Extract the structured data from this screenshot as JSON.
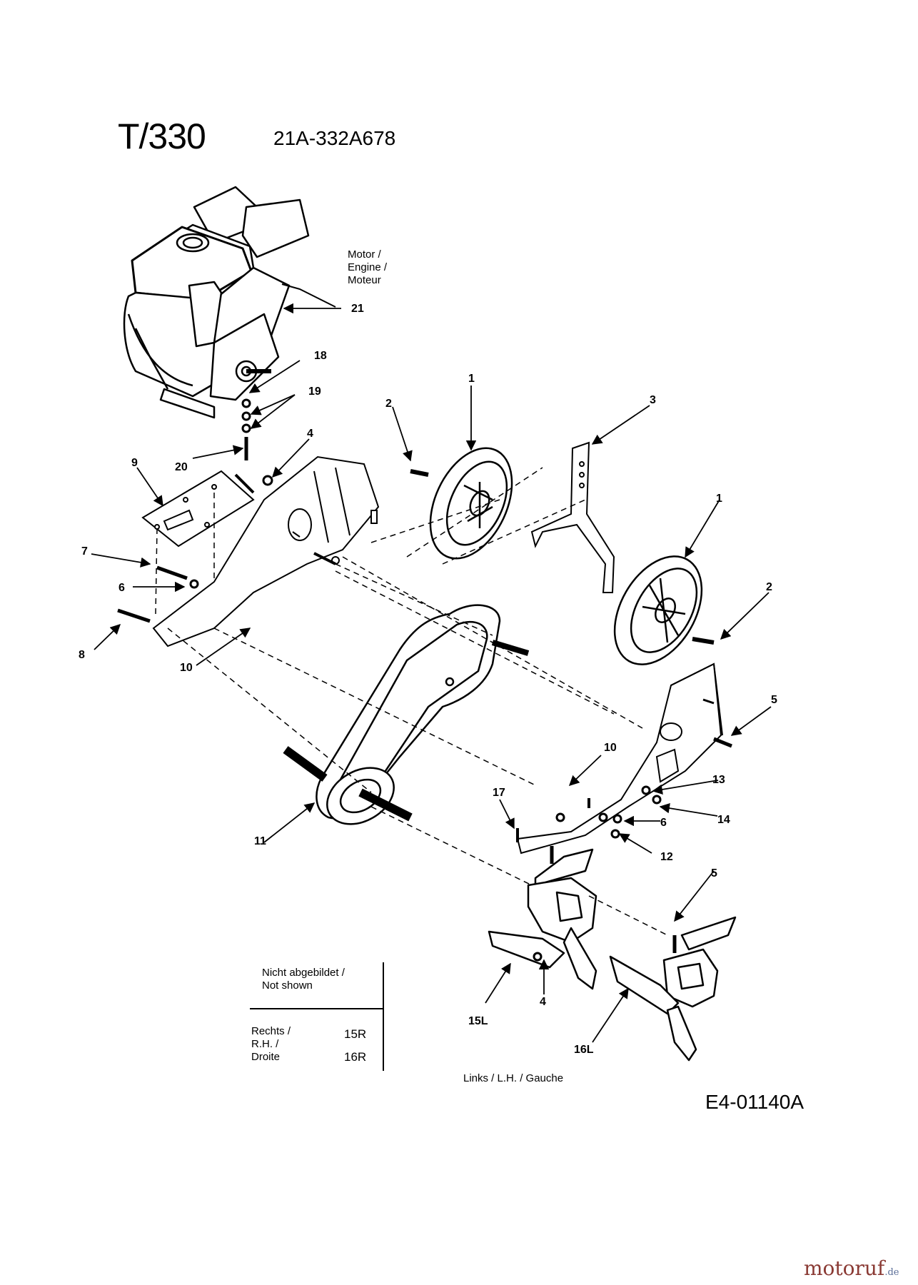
{
  "header": {
    "model": "T/330",
    "part_number": "21A-332A678"
  },
  "engine_label": {
    "lines": [
      "Motor /",
      "Engine /",
      "Moteur"
    ]
  },
  "callouts": [
    "21",
    "18",
    "19",
    "20",
    "9",
    "4",
    "2",
    "1",
    "3",
    "1",
    "2",
    "7",
    "6",
    "8",
    "10",
    "5",
    "10",
    "13",
    "17",
    "14",
    "6",
    "12",
    "11",
    "5",
    "4",
    "15L",
    "16L"
  ],
  "not_shown": {
    "header_lines": [
      "Nicht abgebildet /",
      "Not shown"
    ],
    "right_lines": [
      "Rechts /",
      "R.H. /",
      "Droite"
    ],
    "right_parts": [
      "15R",
      "16R"
    ]
  },
  "left_label": "Links / L.H. / Gauche",
  "reference_code": "E4-01140A",
  "watermark": {
    "brand": "motoruf",
    "tld": ".de"
  },
  "colors": {
    "ink": "#000000",
    "paper": "#ffffff",
    "watermark_brand": "#8a3a34",
    "watermark_tld": "#5a6e98"
  }
}
